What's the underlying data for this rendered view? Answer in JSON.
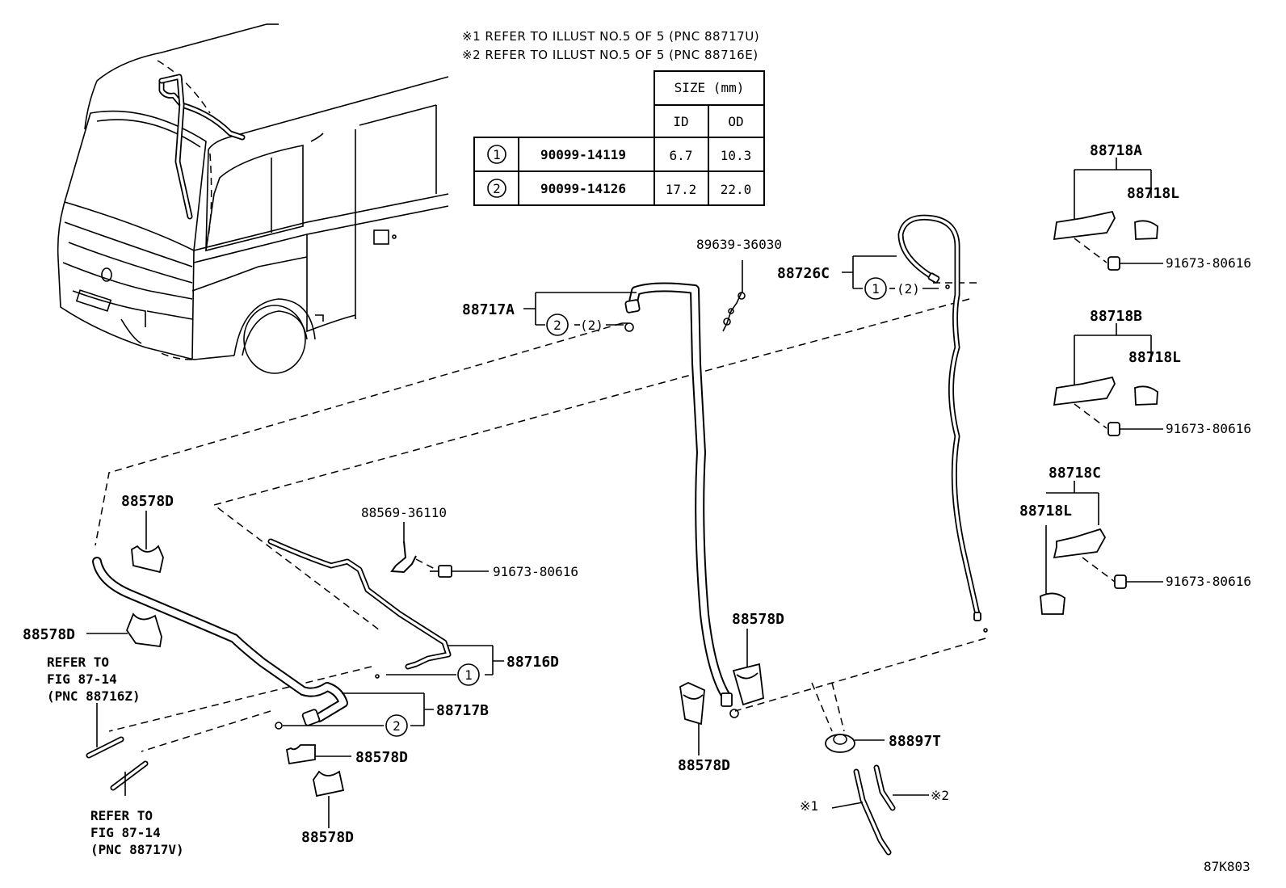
{
  "notes": [
    "※1 REFER TO ILLUST NO.5 OF 5 (PNC 88717U)",
    "※2 REFER TO ILLUST NO.5 OF 5 (PNC 88716E)"
  ],
  "size_table": {
    "header": "SIZE (mm)",
    "col_id": "ID",
    "col_od": "OD",
    "rows": [
      {
        "mark": "1",
        "part": "90099-14119",
        "id": "6.7",
        "od": "10.3"
      },
      {
        "mark": "2",
        "part": "90099-14126",
        "id": "17.2",
        "od": "22.0"
      }
    ]
  },
  "parts": {
    "p88718A": "88718A",
    "p88718L_a": "88718L",
    "p91673_a": "91673-80616",
    "p88718B": "88718B",
    "p88718L_b": "88718L",
    "p91673_b": "91673-80616",
    "p88718C": "88718C",
    "p88718L_c": "88718L",
    "p91673_c": "91673-80616",
    "p88726C": "88726C",
    "p88726C_mark": "1",
    "p88726C_ref": "(2)",
    "p89639": "89639-36030",
    "p88717A": "88717A",
    "p88717A_mark": "2",
    "p88717A_ref": "(2)",
    "p88578D_1": "88578D",
    "p88578D_2": "88578D",
    "p88578D_3": "88578D",
    "p88578D_4": "88578D",
    "p88578D_5": "88578D",
    "p88578D_6": "88578D",
    "p88569": "88569-36110",
    "p91673_d": "91673-80616",
    "p88716D": "88716D",
    "p88716D_mark": "1",
    "p88717B": "88717B",
    "p88717B_mark": "2",
    "p88897T": "88897T",
    "ref1_line1": "REFER TO",
    "ref1_line2": "FIG 87-14",
    "ref1_line3": "(PNC 88716Z)",
    "ref2_line1": "REFER TO",
    "ref2_line2": "FIG 87-14",
    "ref2_line3": "(PNC 88717V)",
    "note1_mark": "※1",
    "note2_mark": "※2"
  },
  "figure_code": "87K803"
}
